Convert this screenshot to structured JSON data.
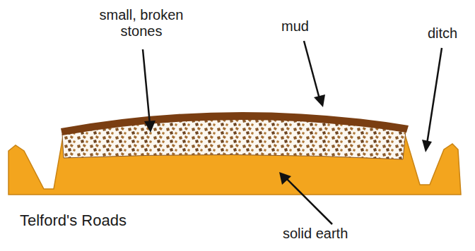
{
  "diagram": {
    "caption": "Telford's Roads",
    "labels": [
      "small, broken stones",
      "mud",
      "ditch",
      "solid earth"
    ]
  }
}
